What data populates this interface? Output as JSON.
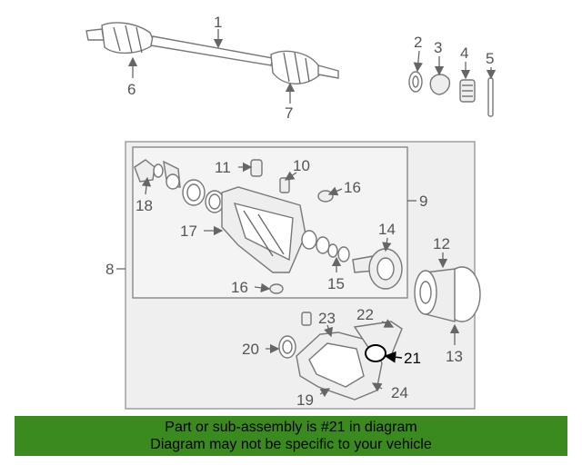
{
  "diagram": {
    "callouts": {
      "c1": "1",
      "c2": "2",
      "c3": "3",
      "c4": "4",
      "c5": "5",
      "c6": "6",
      "c7": "7",
      "c8": "8",
      "c9": "9",
      "c10": "10",
      "c11": "11",
      "c12": "12",
      "c13": "13",
      "c14": "14",
      "c15": "15",
      "c16a": "16",
      "c16b": "16",
      "c17": "17",
      "c18": "18",
      "c19": "19",
      "c20": "20",
      "c21": "21",
      "c22": "22",
      "c23": "23",
      "c24": "24"
    },
    "highlighted_callout": "21"
  },
  "banner": {
    "line1": "Part or sub-assembly is #21 in diagram",
    "line2": "Diagram may not be specific to your vehicle"
  }
}
